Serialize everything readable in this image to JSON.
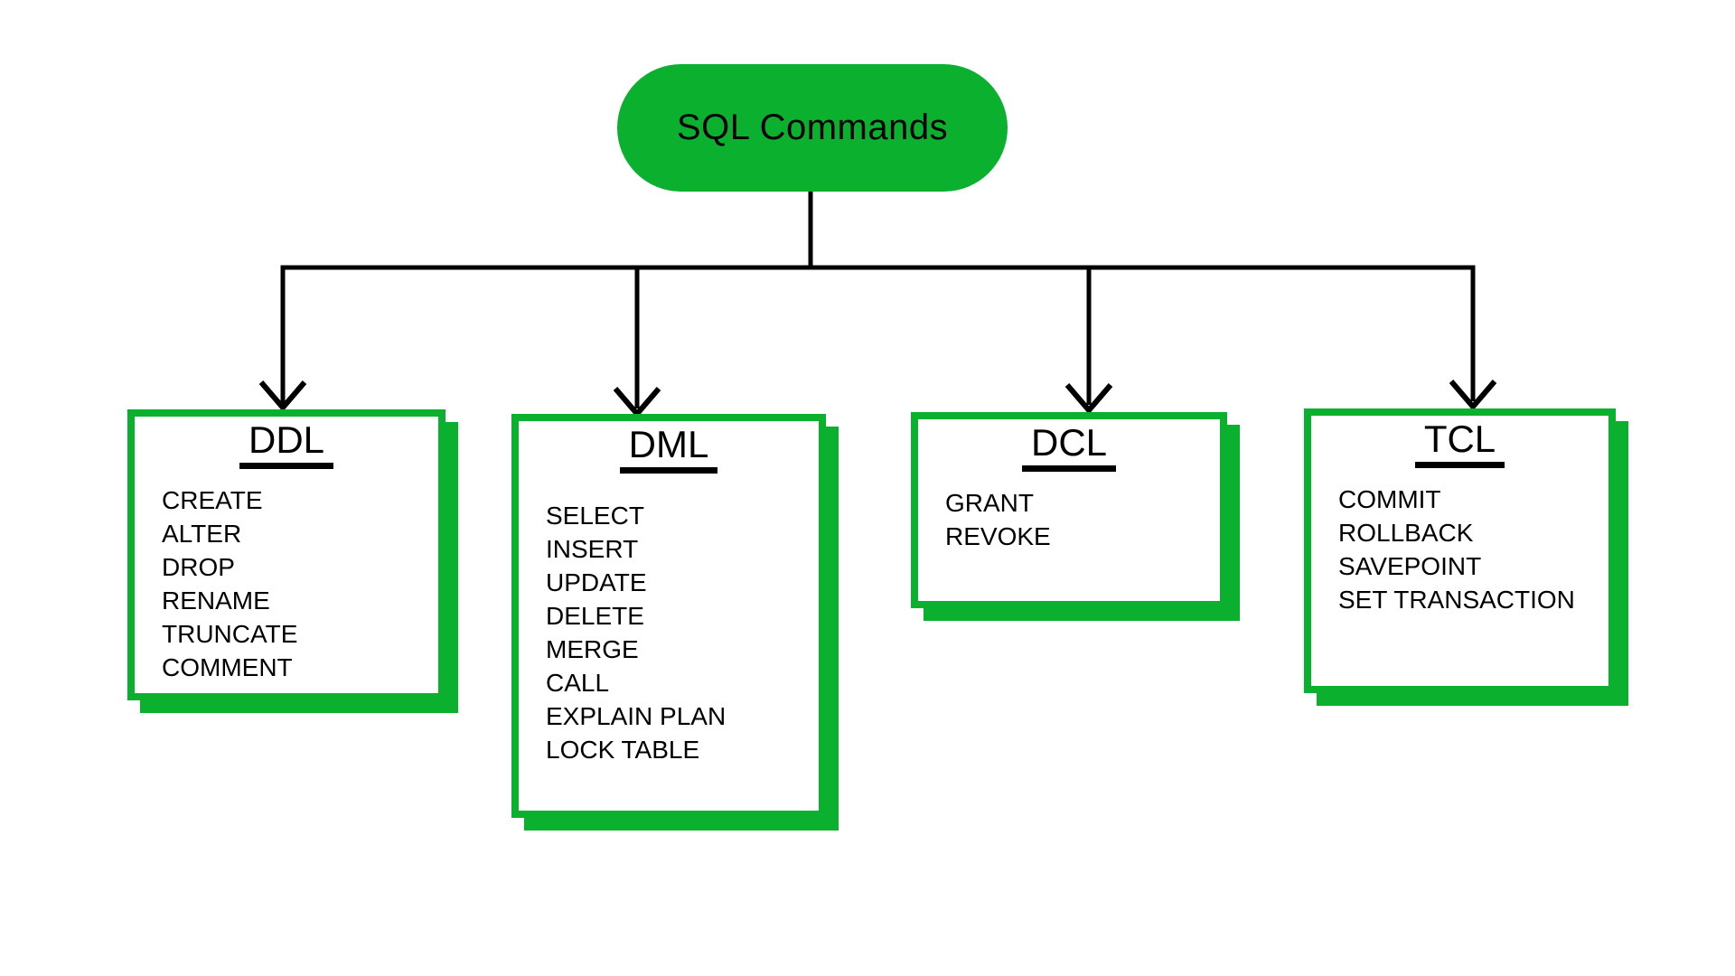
{
  "root": {
    "label": "SQL Commands"
  },
  "colors": {
    "accent_green": "#0bb12e",
    "connector_black": "#000000",
    "box_fill": "#ffffff",
    "background": "#ffffff",
    "text": "#000000"
  },
  "categories": [
    {
      "id": "ddl",
      "title": "DDL",
      "commands": [
        "CREATE",
        "ALTER",
        "DROP",
        "RENAME",
        "TRUNCATE",
        "COMMENT"
      ]
    },
    {
      "id": "dml",
      "title": "DML",
      "commands": [
        "SELECT",
        "INSERT",
        "UPDATE",
        "DELETE",
        "MERGE",
        "CALL",
        "EXPLAIN PLAN",
        "LOCK TABLE"
      ]
    },
    {
      "id": "dcl",
      "title": "DCL",
      "commands": [
        "GRANT",
        "REVOKE"
      ]
    },
    {
      "id": "tcl",
      "title": "TCL",
      "commands": [
        "COMMIT",
        "ROLLBACK",
        "SAVEPOINT",
        "SET TRANSACTION"
      ]
    }
  ]
}
